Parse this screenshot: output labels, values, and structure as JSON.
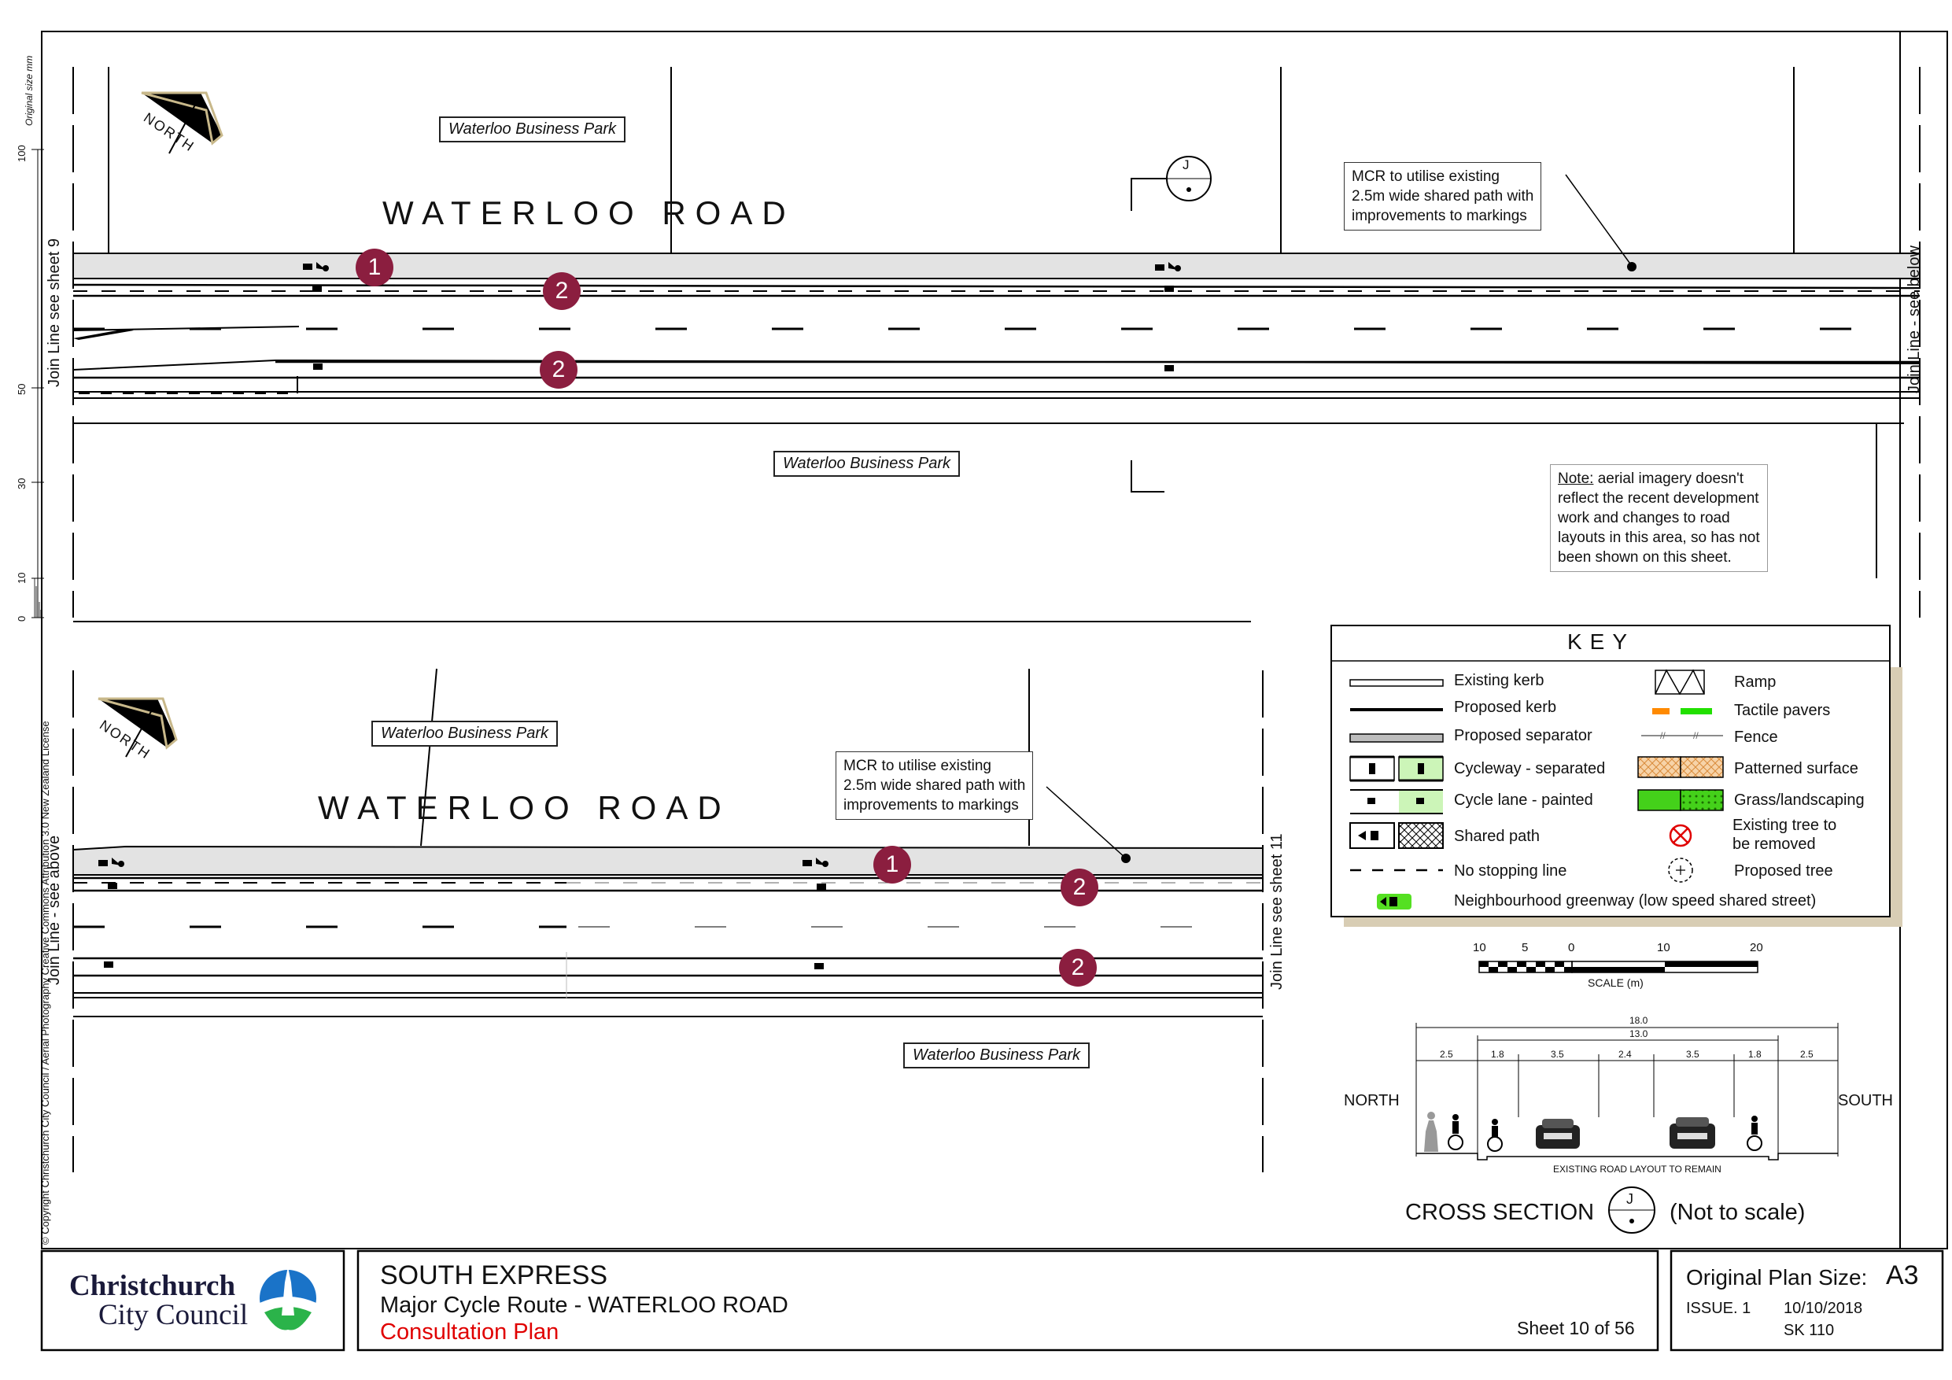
{
  "north_label": "NORTH",
  "road_name": "WATERLOO ROAD",
  "business_park": "Waterloo Business Park",
  "join_lines": {
    "top_left": "Join Line see sheet 9",
    "top_right": "Join Line - see below",
    "bottom_left": "Join Line - see above",
    "bottom_right": "Join Line see sheet 11"
  },
  "callout_mcr": [
    "MCR to utilise existing",
    "2.5m wide shared path with",
    "improvements to markings"
  ],
  "note": {
    "title": "Note:",
    "first_rest": " aerial imagery doesn't",
    "lines": [
      "reflect the recent development",
      "work and changes to road",
      "layouts in this area, so has not",
      "been shown on this sheet."
    ]
  },
  "markers": [
    "1",
    "2"
  ],
  "section_marker": "J",
  "ruler": {
    "title": "Original size mm",
    "ticks": [
      "100",
      "50",
      "30",
      "10",
      "0"
    ]
  },
  "copyright": "© Copyright Christchurch City Council  / Aerial Photography Creative Commons Attribution 3.0 New Zealand License",
  "key": {
    "title": "KEY",
    "left": [
      "Existing kerb",
      "Proposed kerb",
      "Proposed separator",
      "Cycleway - separated",
      "Cycle lane - painted",
      "Shared path",
      "No stopping line",
      "Neighbourhood greenway (low speed shared street)"
    ],
    "right": [
      "Ramp",
      "Tactile pavers",
      "Fence",
      "Patterned surface",
      "Grass/landscaping",
      "Existing tree to",
      "be removed",
      "Proposed tree"
    ]
  },
  "scale": {
    "labels": [
      "10",
      "5",
      "0",
      "10",
      "20"
    ],
    "unit": "SCALE (m)"
  },
  "cross_section": {
    "title": "CROSS SECTION",
    "not_to_scale": "(Not to scale)",
    "north": "NORTH",
    "south": "SOUTH",
    "total": "18.0",
    "carriageway": "13.0",
    "dims": [
      "2.5",
      "1.8",
      "3.5",
      "2.4",
      "3.5",
      "1.8",
      "2.5"
    ],
    "caption": "EXISTING ROAD LAYOUT TO REMAIN"
  },
  "title_block": {
    "council_1": "Christchurch",
    "council_2": "City Council",
    "project": "SOUTH EXPRESS",
    "route": "Major Cycle Route - WATERLOO ROAD",
    "plan_type": "Consultation Plan",
    "sheet": "Sheet 10 of 56",
    "plan_size_label": "Original Plan Size:",
    "plan_size": "A3",
    "issue": "ISSUE. 1",
    "date": "10/10/2018",
    "drawing_no": "SK 110"
  },
  "colors": {
    "marker": "#8b1e3f",
    "shared_path": "#e3e3e3",
    "separator": "#bdbdbd",
    "cycleway_green": "#ccf5b8",
    "grass": "#44d11a",
    "tactile_orange": "#ff8a00",
    "tactile_green": "#22e000",
    "patterned": "#f7d3a8",
    "red": "#e00000",
    "key_shadow": "#d8cdb4"
  }
}
